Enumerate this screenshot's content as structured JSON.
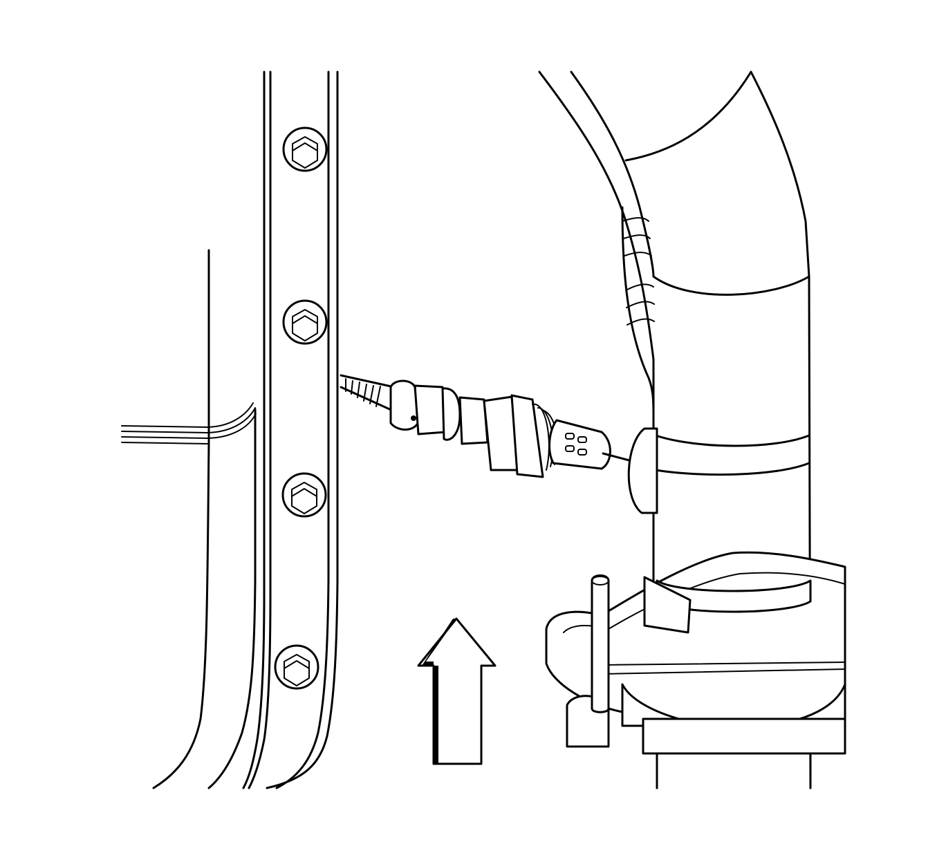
{
  "illustration": {
    "background": "#ffffff",
    "line_color": "#000000",
    "components": [
      {
        "name": "oil-pan-flange",
        "icon": "flange-with-bolts"
      },
      {
        "name": "exhaust-pipe",
        "icon": "curved-pipe"
      },
      {
        "name": "oxygen-sensor",
        "icon": "sensor"
      },
      {
        "name": "exhaust-flange",
        "icon": "flange-with-stud"
      },
      {
        "name": "direction-arrow",
        "icon": "arrow-up-icon"
      }
    ],
    "bolt_count": 4,
    "arrow_direction": "up"
  }
}
